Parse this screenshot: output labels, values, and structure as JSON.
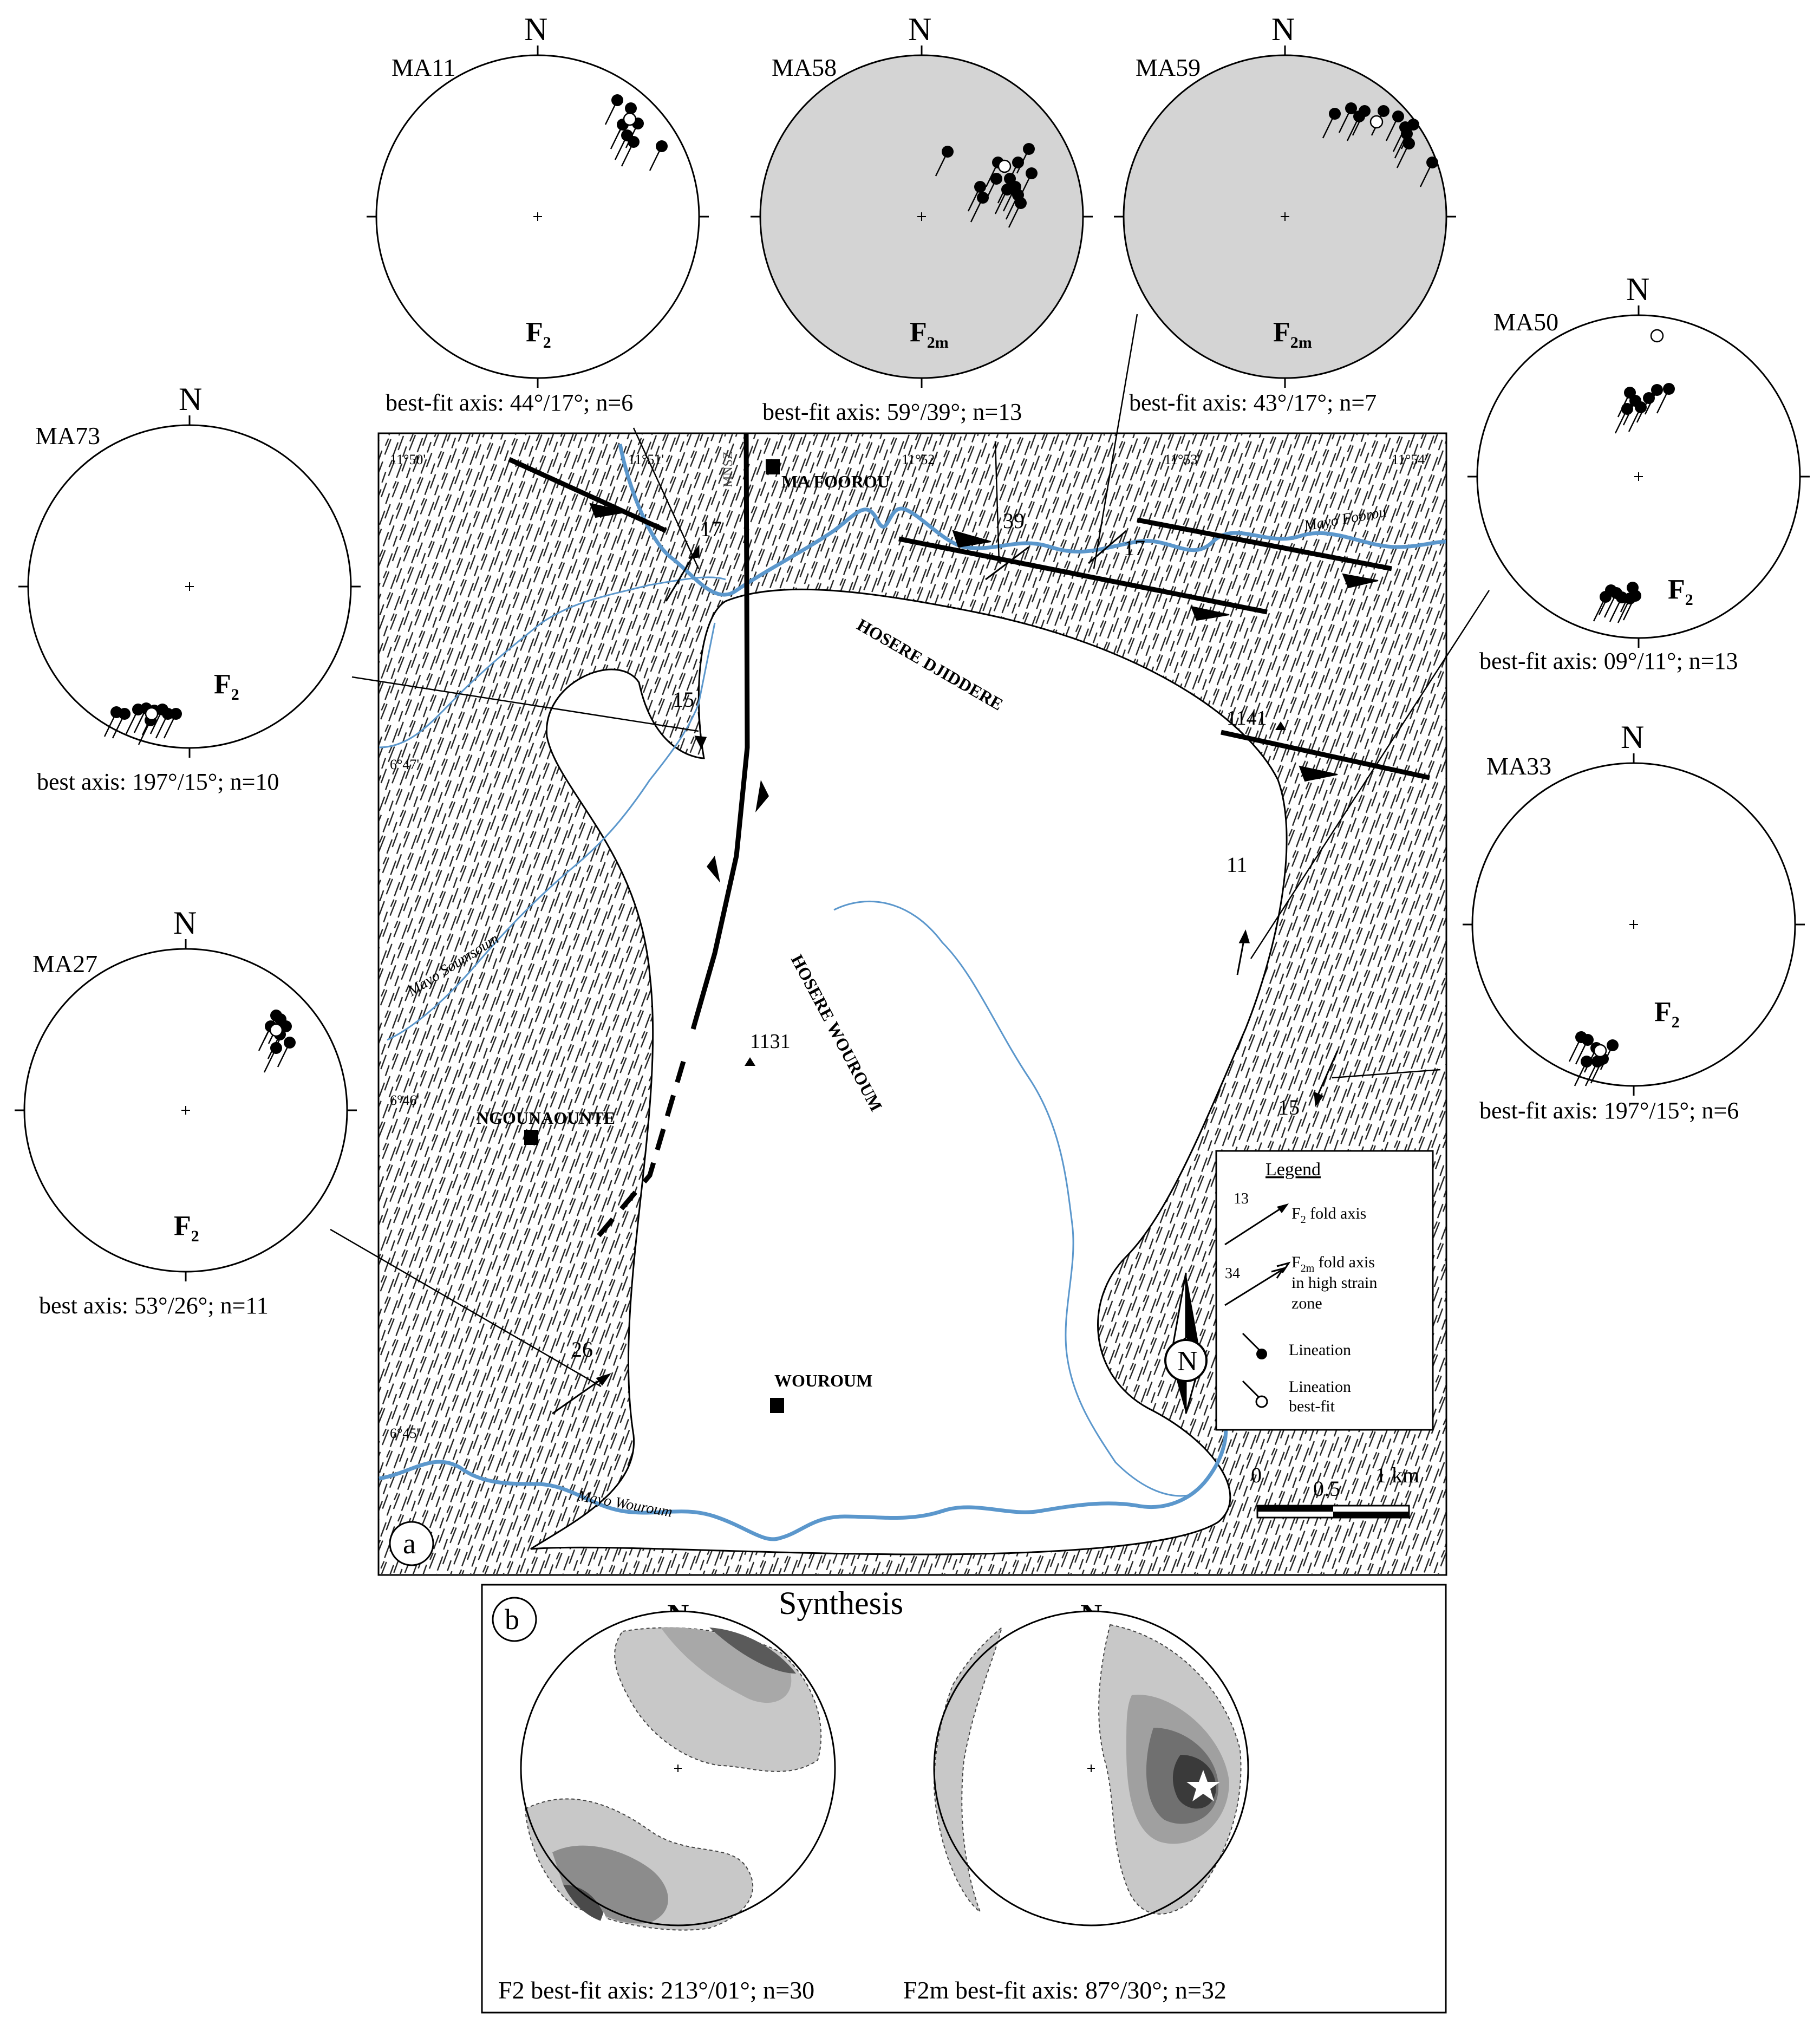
{
  "north_letter": "N",
  "nets": {
    "MA11": {
      "id": "MA11",
      "fold": "F",
      "sub": "2",
      "caption": "best-fit axis: 44°/17°; n=6",
      "shaded": false
    },
    "MA58": {
      "id": "MA58",
      "fold": "F",
      "sub": "2m",
      "caption": "best-fit axis: 59°/39°; n=13",
      "shaded": true
    },
    "MA59": {
      "id": "MA59",
      "fold": "F",
      "sub": "2m",
      "caption": "best-fit axis: 43°/17°; n=7",
      "shaded": true
    },
    "MA73": {
      "id": "MA73",
      "fold": "F",
      "sub": "2",
      "caption": "best axis: 197°/15°; n=10",
      "shaded": false
    },
    "MA50": {
      "id": "MA50",
      "fold": "F",
      "sub": "2",
      "caption": "best-fit axis: 09°/11°; n=13",
      "shaded": false
    },
    "MA33": {
      "id": "MA33",
      "fold": "F",
      "sub": "2",
      "caption": "best-fit axis: 197°/15°; n=6",
      "shaded": false
    },
    "MA27": {
      "id": "MA27",
      "fold": "F",
      "sub": "2",
      "caption": "best axis: 53°/26°; n=11",
      "shaded": false
    }
  },
  "map": {
    "panel_label": "a",
    "coords": {
      "lon1": "11°50'",
      "lon2": "11°51'",
      "lon3": "11°52'",
      "lon4": "11°53'",
      "lon5": "11°54'",
      "lat1": "6°47'",
      "lat2": "6°46'",
      "lat3": "6°45'"
    },
    "places": {
      "mafoorou": "MA FOOROU",
      "ngounaounte": "NGOUNAOUNTE",
      "wouroum": "WOUROUM",
      "djiddere": "HOSERE DJIDDERE",
      "hosere_wouroum": "HOSERE WOUROUM"
    },
    "rivers": {
      "foorou": "Mayo Foorou",
      "soumsoum": "Mayo Soumsoum",
      "wouroum": "Mayo Wouroum"
    },
    "shear_zone": "MNSZ",
    "peaks": {
      "p1141": "1141",
      "p1131": "1131"
    },
    "plunges": {
      "p17a": "17",
      "p39": "39",
      "p17b": "17",
      "p15a": "15",
      "p11": "11",
      "p15b": "15",
      "p26": "26"
    },
    "legend": {
      "title": "Legend",
      "num1": "13",
      "item1": "fold axis",
      "num2": "34",
      "item2a": "fold axis",
      "item2b": "in high strain",
      "item2c": "zone",
      "lineation": "Lineation",
      "bestfit1": "Lineation",
      "bestfit2": "best-fit"
    },
    "north_symbol": "N",
    "scale": {
      "s0": "0",
      "s1": "0.5",
      "s2": "1 km"
    }
  },
  "synthesis": {
    "panel_label": "b",
    "title": "Synthesis",
    "left_caption_f": "F2",
    "left_caption": "best-fit axis: 213°/01°; n=30",
    "right_caption_f": "F2m",
    "right_caption": "best-fit axis: 87°/30°; n=32"
  }
}
